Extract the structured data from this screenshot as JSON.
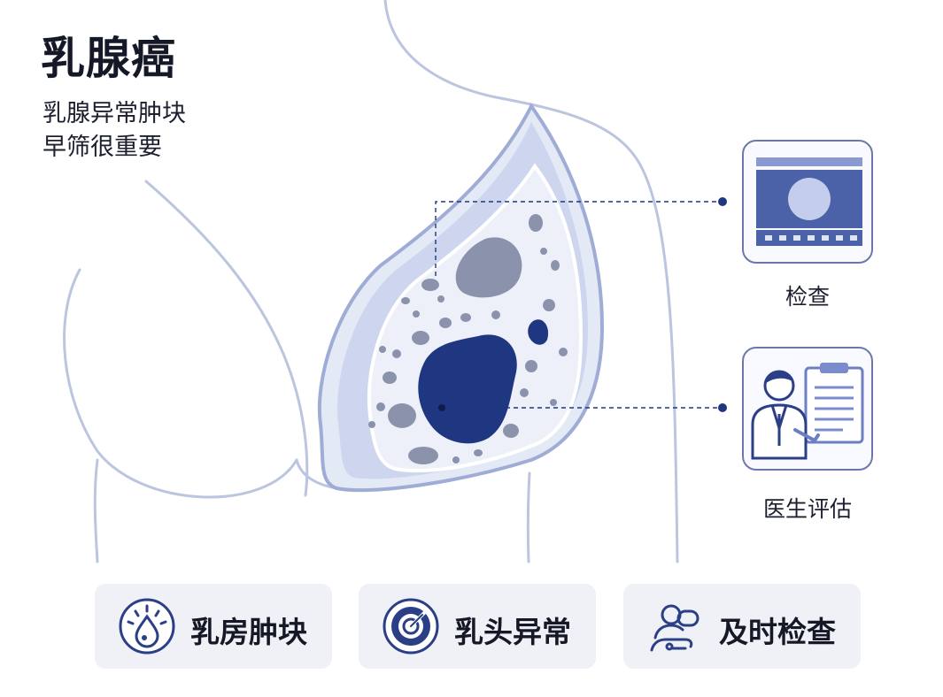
{
  "title": "乳腺癌",
  "subtitle": {
    "line1": "乳腺异常肿块",
    "line2": "早筛很重要"
  },
  "side_cards": [
    {
      "label": "检查",
      "icon": "ultrasound-screen-icon"
    },
    {
      "label": "医生评估",
      "icon": "doctor-clipboard-icon"
    }
  ],
  "bottom_items": [
    {
      "label": "乳房肿块",
      "icon": "droplet-lump-icon"
    },
    {
      "label": "乳头异常",
      "icon": "target-nipple-icon"
    },
    {
      "label": "及时检查",
      "icon": "consultation-icon"
    }
  ],
  "colors": {
    "navy": "#1f3680",
    "outline": "#a8b3d4",
    "tissue": "#e9edf8",
    "card_border": "#6c78a8",
    "grey_lump": "#8a93ab",
    "pill_bg": "#eff1f6"
  }
}
